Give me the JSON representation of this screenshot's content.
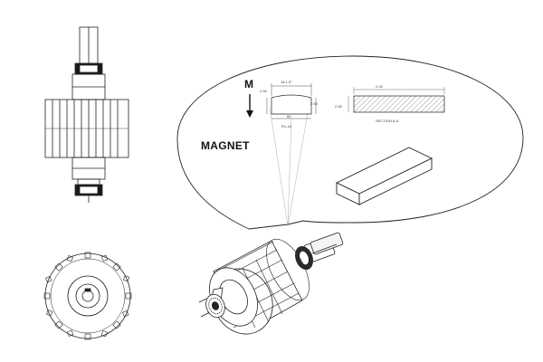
{
  "magnet_callout": {
    "title": "MAGNET",
    "magnetization_label": "M"
  },
  "dimensions": {
    "top_width": "16.1 8°",
    "left_height": "2.55",
    "mid_bottom": "80",
    "right_small": "2.55",
    "bottom_angle": "R1.16",
    "section_length": "2.25",
    "section_height": "2.55"
  },
  "section_caption": "SECTION A-A",
  "colors": {
    "line": "#222222",
    "hatch": "#555555",
    "pole_fill": "#1a1a1a",
    "background": "#ffffff"
  }
}
